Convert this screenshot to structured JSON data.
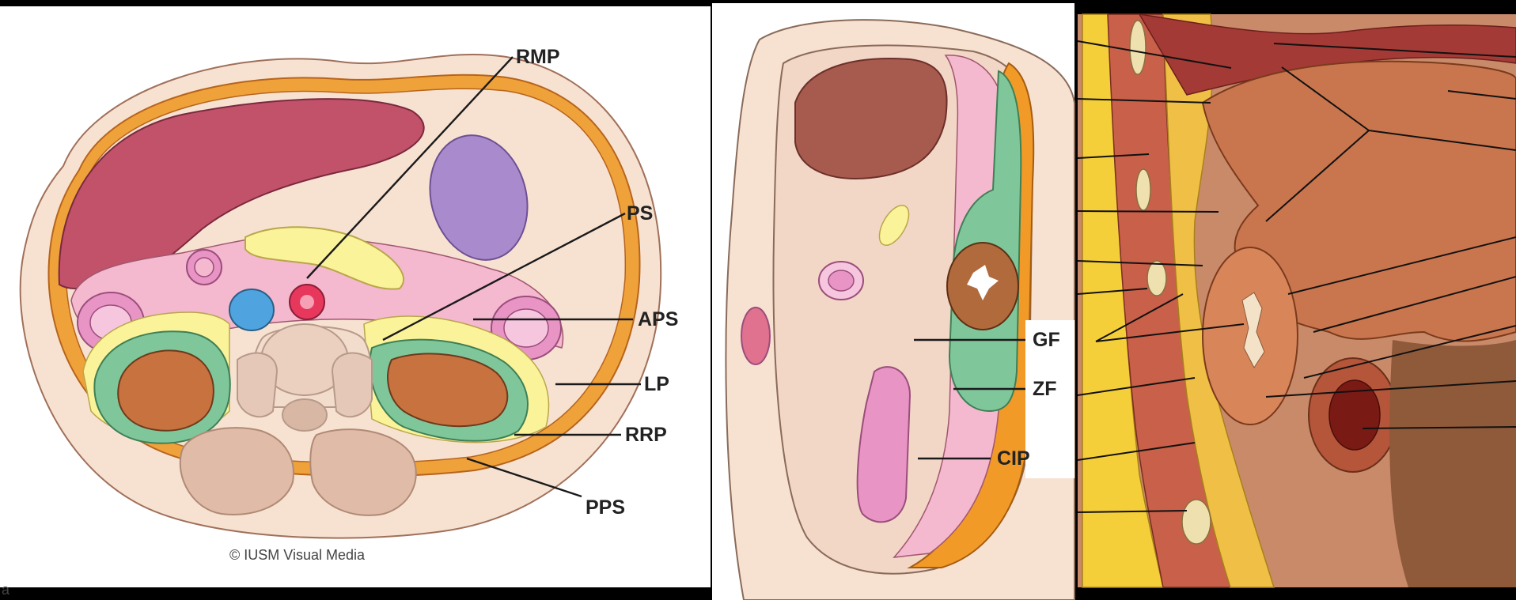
{
  "panel_left": {
    "labels": {
      "rmp": "RMP",
      "ps": "PS",
      "aps": "APS",
      "lp": "LP",
      "rrp": "RRP",
      "pps": "PPS"
    },
    "credit": "© IUSM Visual Media",
    "corner_mark": "a"
  },
  "panel_middle": {
    "labels": {
      "gf": "GF",
      "zf": "ZF",
      "cip": "CIP"
    }
  },
  "panel_right": {
    "note": ""
  },
  "colors": {
    "background": "#000000",
    "skin": "#f7e2d2",
    "liver": "#c2516a",
    "spleen": "#a98acc",
    "peritoneum_pink": "#f4b8cf",
    "anterior_pararenal": "#fbf39a",
    "perirenal_green": "#7fc79b",
    "kidney": "#c8723f",
    "posterior_pararenal": "#f29a27",
    "aorta": "#e8375d",
    "ivc": "#4fa3de",
    "spine": "#e6c8b8",
    "muscle": "#d49878",
    "fat_yellow": "#f5cf3a",
    "liver_photo": "#c9764e"
  }
}
